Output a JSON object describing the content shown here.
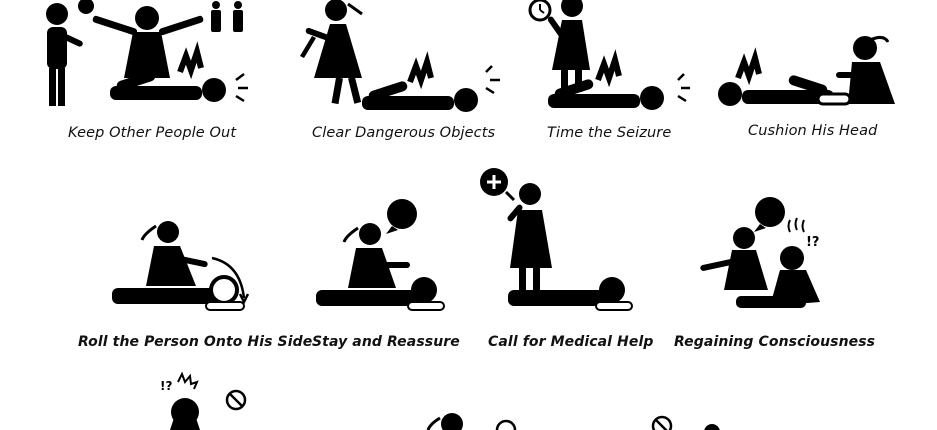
{
  "colors": {
    "ink": "#000000",
    "background": "#ffffff"
  },
  "steps": [
    {
      "id": "keep-out",
      "icon": "person-stopping-crowd-icon",
      "caption": "Keep Other People Out"
    },
    {
      "id": "clear",
      "icon": "person-removing-knife-icon",
      "caption": "Clear Dangerous Objects"
    },
    {
      "id": "time",
      "icon": "person-with-stopwatch-icon",
      "caption": "Time the Seizure"
    },
    {
      "id": "cushion",
      "icon": "person-cushioning-head-icon",
      "caption": "Cushion His Head"
    },
    {
      "id": "roll",
      "icon": "person-rolling-patient-icon",
      "caption": "Roll the Person Onto His Side"
    },
    {
      "id": "stay",
      "icon": "person-reassuring-icon",
      "caption": "Stay and Reassure"
    },
    {
      "id": "call",
      "icon": "person-calling-medic-icon",
      "caption": "Call for Medical Help"
    },
    {
      "id": "consciousness",
      "icon": "person-regaining-consciousness-icon",
      "caption": "Regaining Consciousness"
    }
  ],
  "partial_row": {
    "marks": [
      "!?"
    ],
    "icons": [
      "confused-person-icon",
      "prohibited-icon",
      "person-partial-icon",
      "prohibited-icon"
    ]
  }
}
